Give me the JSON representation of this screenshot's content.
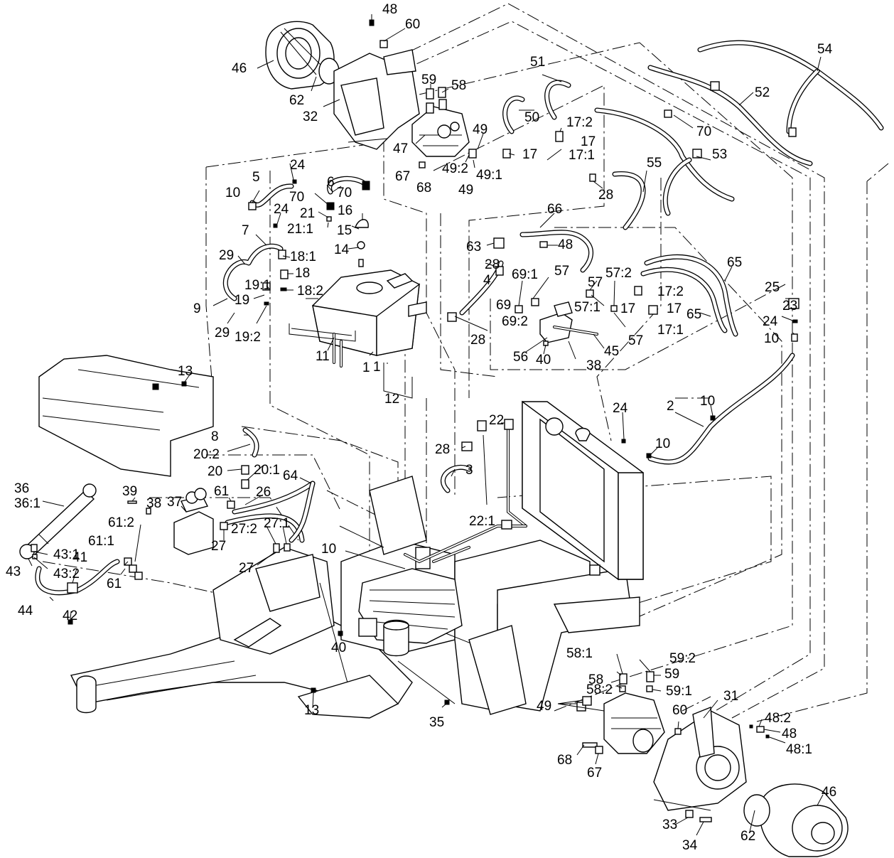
{
  "diagram": {
    "callouts": [
      "1",
      "2",
      "3",
      "4",
      "5",
      "6",
      "7",
      "8",
      "9",
      "10",
      "11",
      "12",
      "13",
      "14",
      "15",
      "16",
      "17",
      "17:1",
      "17:2",
      "18",
      "18:1",
      "18:2",
      "19",
      "19:1",
      "19:2",
      "20",
      "20:1",
      "20:2",
      "21",
      "21:1",
      "22",
      "22:1",
      "23",
      "24",
      "25",
      "26",
      "27",
      "27:1",
      "27:2",
      "28",
      "29",
      "31",
      "32",
      "33",
      "34",
      "35",
      "36",
      "36:1",
      "37",
      "38",
      "39",
      "40",
      "41",
      "42",
      "43",
      "43:1",
      "43:2",
      "44",
      "45",
      "46",
      "47",
      "48",
      "48:1",
      "48:2",
      "49",
      "49:1",
      "49:2",
      "50",
      "51",
      "52",
      "53",
      "54",
      "55",
      "56",
      "57",
      "57:1",
      "57:2",
      "58",
      "58:1",
      "58:2",
      "59",
      "59:1",
      "59:2",
      "60",
      "61",
      "61:1",
      "61:2",
      "62",
      "63",
      "64",
      "65",
      "66",
      "67",
      "68",
      "69",
      "69:1",
      "69:2",
      "70"
    ]
  }
}
